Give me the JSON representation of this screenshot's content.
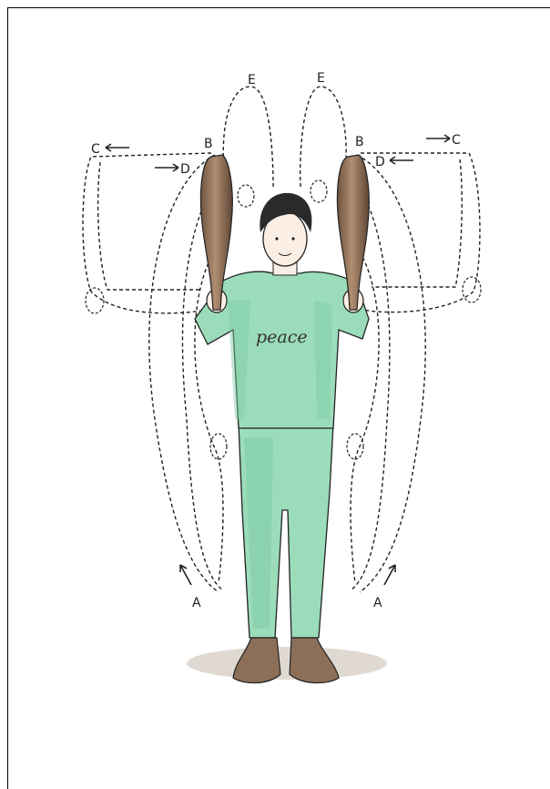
{
  "labels": {
    "a_left": "A",
    "a_right": "A",
    "b_left": "B",
    "b_right": "B",
    "c_left": "C",
    "c_right": "C",
    "d_left": "D",
    "d_right": "D",
    "e_left": "E",
    "e_right": "E"
  },
  "shirt_text": "peace",
  "colors": {
    "clothing": "#9bdcba",
    "clothing_shade": "#7cc9a3",
    "club": "#9a7a60",
    "club_dark": "#5a4330",
    "skin": "#fbeee4",
    "hair": "#2a2a2a",
    "shoes": "#8c6f58",
    "ink": "#222222"
  }
}
